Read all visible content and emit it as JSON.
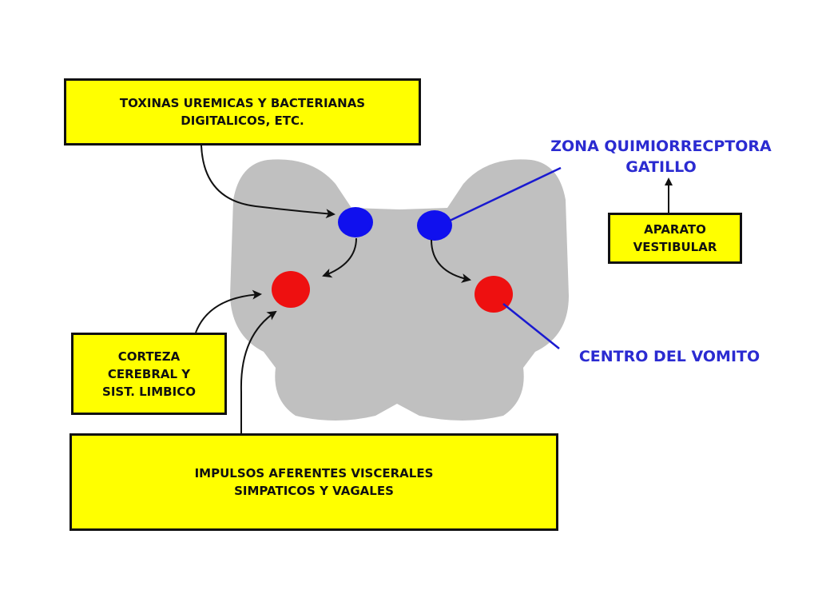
{
  "boxes": {
    "toxins": {
      "line1": "TOXINAS UREMICAS Y BACTERIANAS",
      "line2": "DIGITALICOS, ETC."
    },
    "vestibular": {
      "line1": "APARATO",
      "line2": "VESTIBULAR"
    },
    "cortex": {
      "line1": "CORTEZA",
      "line2": "CEREBRAL Y",
      "line3": "SIST. LIMBICO"
    },
    "visceral": {
      "line1": "IMPULSOS AFERENTES VISCERALES",
      "line2": "SIMPATICOS Y VAGALES"
    }
  },
  "labels": {
    "chemoreceptor": {
      "line1": "ZONA QUIMIORRECPTORA",
      "line2": "GATILLO"
    },
    "vomit_center": "CENTRO DEL VOMITO"
  },
  "colors": {
    "box_fill": "#ffff00",
    "brainstem": "#c0c0c0",
    "chemoreceptor_dot": "#1010ee",
    "vomit_dot": "#ee1010",
    "label_text": "#2b2bd1"
  }
}
